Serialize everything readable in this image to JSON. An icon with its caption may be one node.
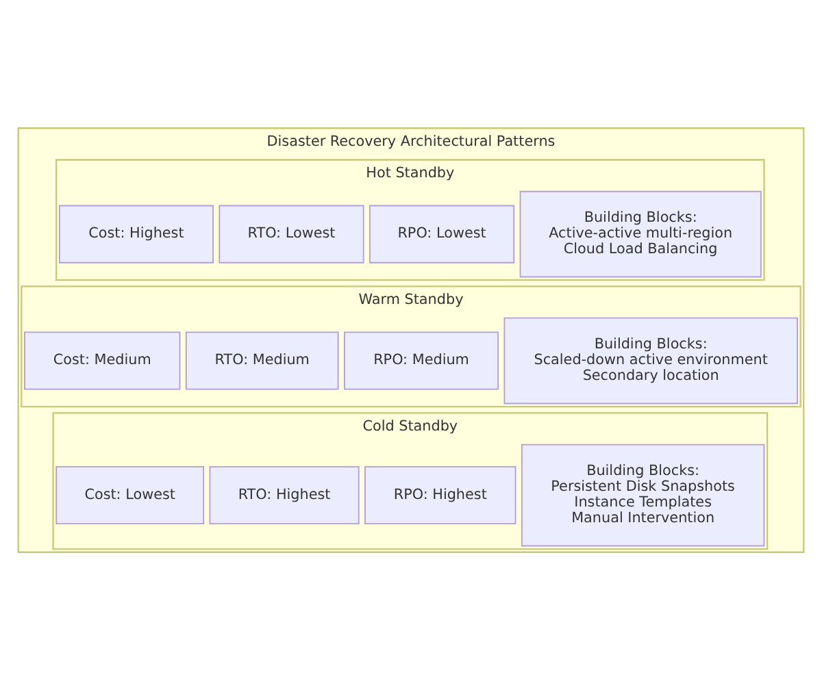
{
  "diagram": {
    "nodes": [
      {
        "text": [
          "Disaster Recovery Architectural Patterns"
        ]
      },
      {
        "text": [
          "Hot Standby"
        ],
        "in": 0
      },
      {
        "text": [
          "Cost: Highest"
        ],
        "in": 1
      },
      {
        "text": [
          "RTO: Lowest"
        ],
        "in": 1
      },
      {
        "text": [
          "RPO: Lowest"
        ],
        "in": 1
      },
      {
        "text": [
          "Building Blocks:",
          "Active-active multi-region",
          "Cloud Load Balancing"
        ],
        "in": 1
      },
      {
        "text": [
          "Warm Standby"
        ],
        "in": 0
      },
      {
        "text": [
          "Cost: Medium"
        ],
        "in": 6
      },
      {
        "text": [
          "RTO: Medium"
        ],
        "in": 6
      },
      {
        "text": [
          "RPO: Medium"
        ],
        "in": 6
      },
      {
        "text": [
          "Building Blocks:",
          "Scaled-down active environment",
          "Secondary location"
        ],
        "in": 6
      },
      {
        "text": [
          "Cold Standby"
        ],
        "in": 0
      },
      {
        "text": [
          "Cost: Lowest"
        ],
        "in": 11
      },
      {
        "text": [
          "RTO: Highest"
        ],
        "in": 11
      },
      {
        "text": [
          "RPO: Highest"
        ],
        "in": 11
      },
      {
        "text": [
          "Building Blocks:",
          "Persistent Disk Snapshots",
          "Instance Templates",
          "Manual Intervention"
        ],
        "in": 11
      }
    ]
  }
}
